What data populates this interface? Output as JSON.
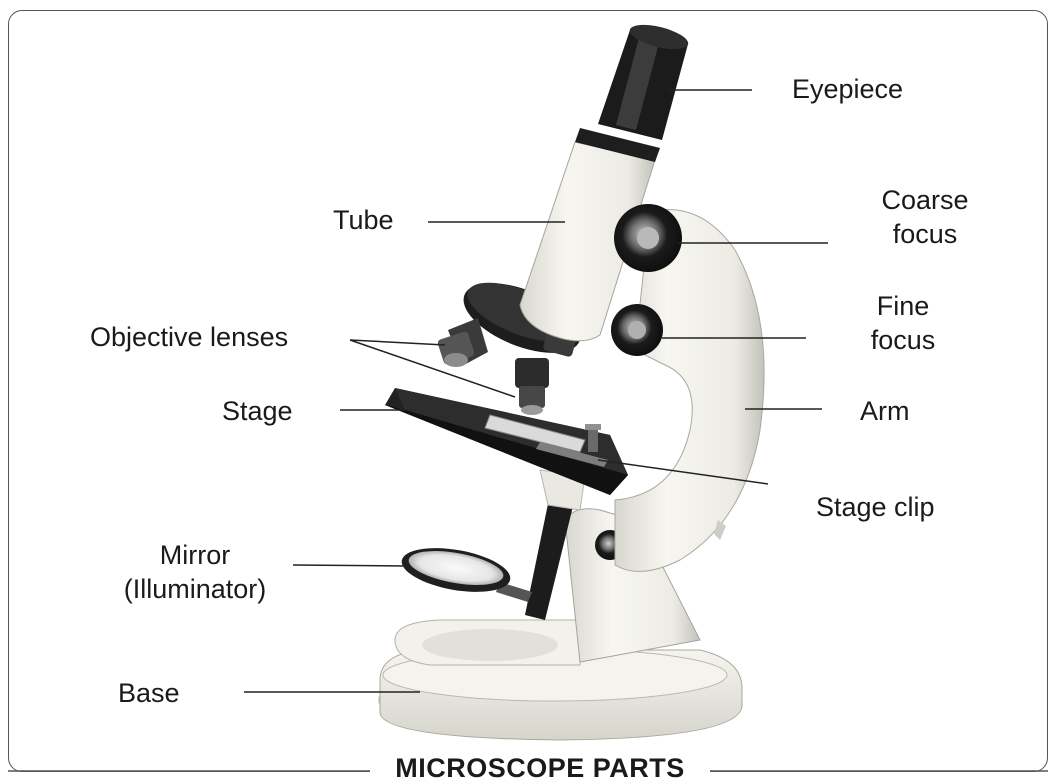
{
  "labels": {
    "eyepiece": "Eyepiece",
    "tube": "Tube",
    "coarse_focus_line1": "Coarse",
    "coarse_focus_line2": "focus",
    "fine_focus_line1": "Fine",
    "fine_focus_line2": "focus",
    "objective_lenses": "Objective lenses",
    "stage": "Stage",
    "arm": "Arm",
    "stage_clip": "Stage clip",
    "mirror_line1": "Mirror",
    "mirror_line2": "(Illuminator)",
    "base": "Base"
  },
  "title": "MICROSCOPE PARTS",
  "colors": {
    "body_white": "#f1f0ea",
    "body_shadow": "#c9c8c0",
    "black_part": "#1c1c1c",
    "metal": "#8a8a88",
    "outline": "#555555"
  }
}
